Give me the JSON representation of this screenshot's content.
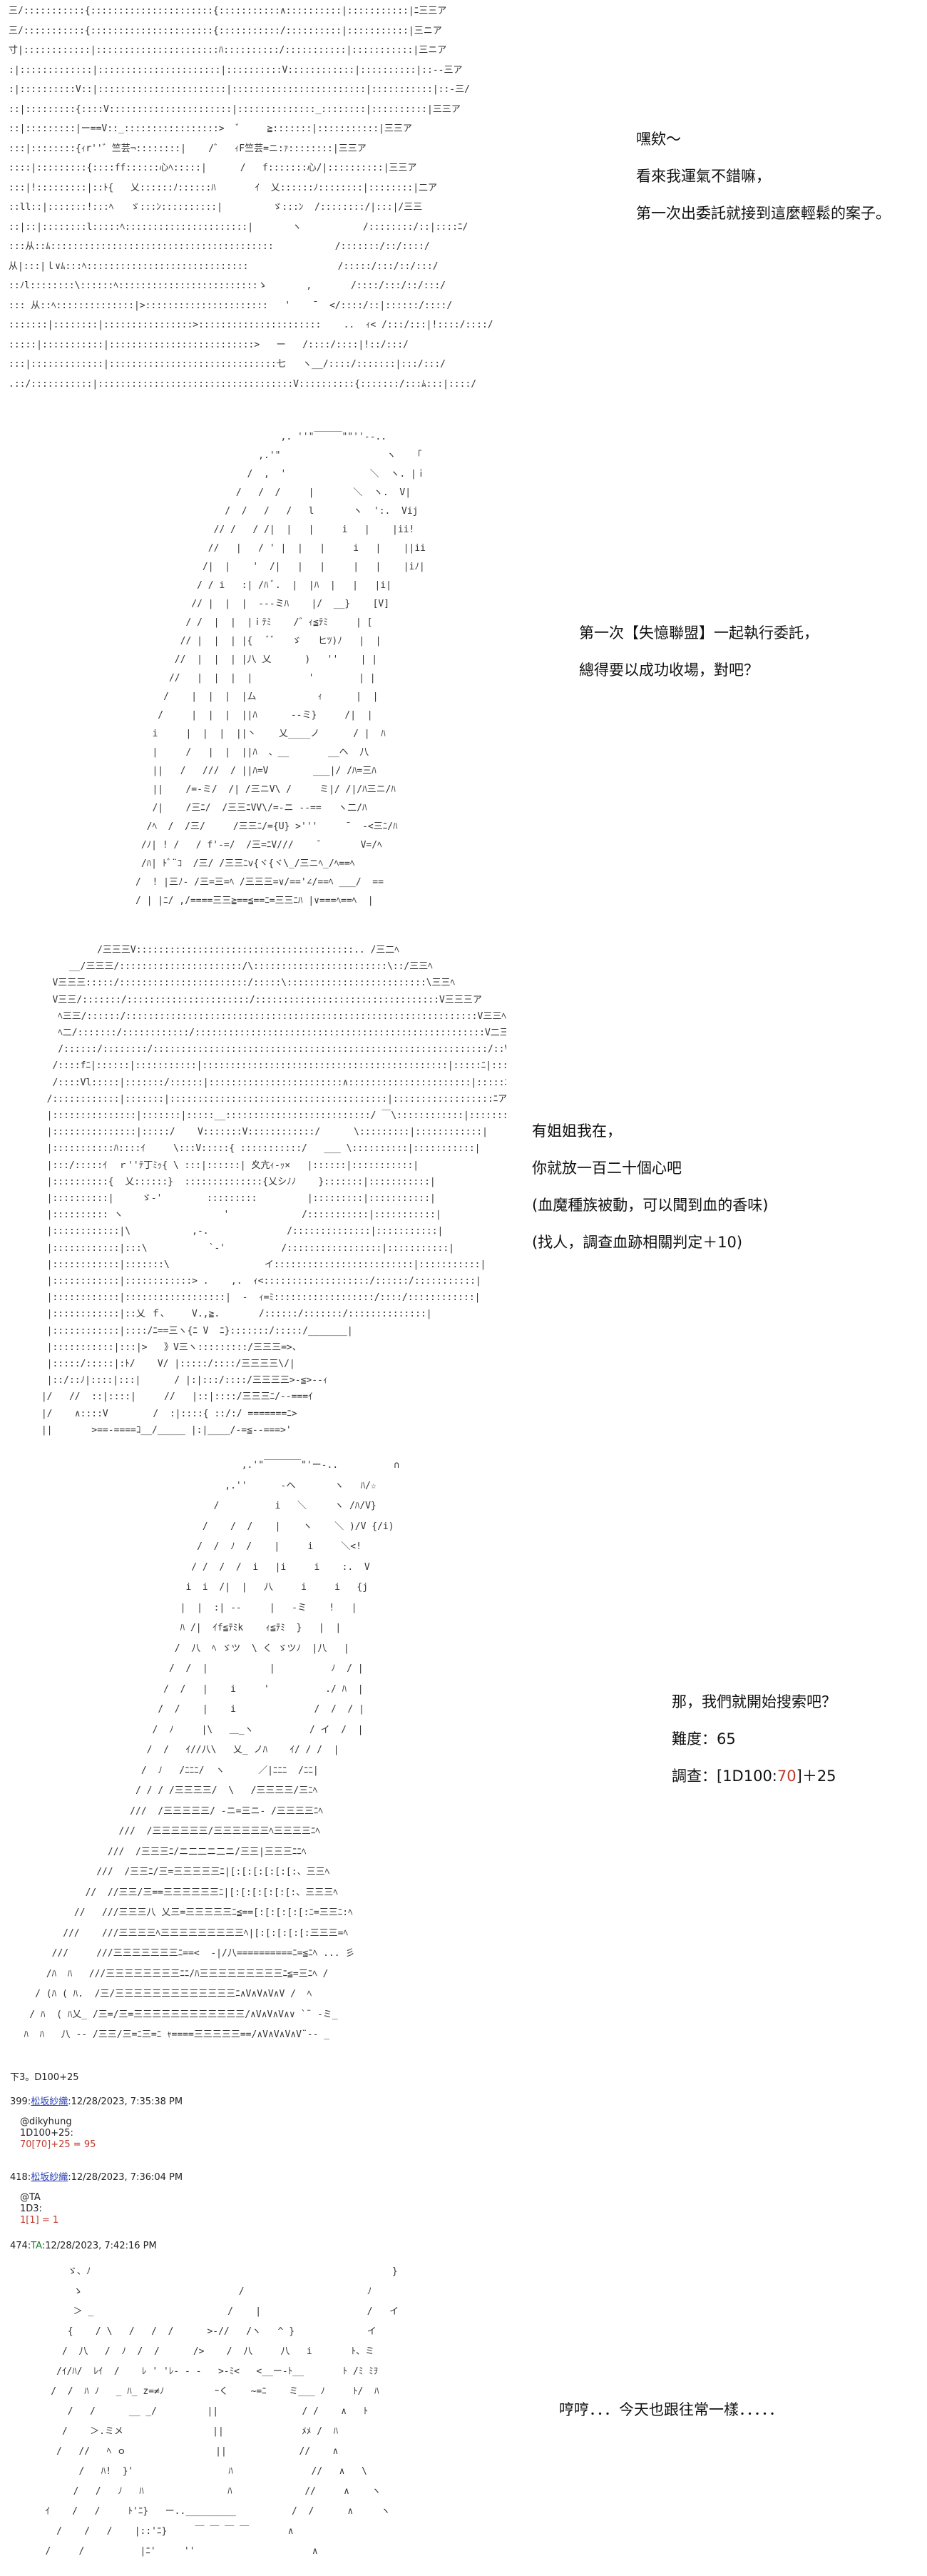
{
  "panels": [
    {
      "art": [
        "三/:::::::::::{::::::::::::::::::::::{:::::::::::∧::::::::::|:::::::::::|ﾆ三三ア",
        "三/:::::::::::{::::::::::::::::::::::{:::::::::::/::::::::::|:::::::::::|三ニア",
        "寸|::::::::::::|::::::::::::::::::::::ﾊ::::::::::/:::::::::::|:::::::::::|三ニア",
        ":|:::::::::::::|::::::::::::::::::::::|::::::::::V::::::::::::|::::::::::|::--三ア",
        ":|::::::::::V::|:::::::::::::::::::::::|::::::::::::::::::::::::|:::::::::::|::-三/",
        "::|:::::::::{::::V::::::::::::::::::::::|::::::::::::::_::::::::|::::::::::|三三ア",
        "::|:::::::::|ー==V::_:::::::::::::::::>  ゛    ≧:::::::|:::::::::::|三三ア",
        ":::|::::::::{ｨr''゛竺芸¬::::::::|    /゛  ｨF竺芸=ニ:ｧ::::::::|三三ア",
        "::::|:::::::::{::::ff::::::心ﾍ:::::|      /   f:::::::心/|::::::::::|三三ア",
        ":::|!:::::::::|::ﾄ{   乂::::::ﾉ::::::ﾊ       ｲ  乂::::::ﾉ::::::::|::::::::|二ア",
        "::ll::|:::::::!:::ﾍ   ゞ:::ﾝ::::::::::|         ゞ:::ﾝ  /::::::::/|:::|/三三",
        "::|::|::::::::l:::::ﾍ::::::::::::::::::::::|       ヽ           /::::::::/::|::::ﾆ/",
        ":::从::ﾑ::::::::::::::::::::::::::::::::::::::::           /:::::::/::/::::/",
        "从|:::|ｌ∨ﾑ:::ﾍ:::::::::::::::::::::::::::::                /:::::/:::/::/:::/",
        "::ﾉl::::::::\\::::::ﾍ:::::::::::::::::::::::::ゝ       ,       /::::/:::/::/:::/",
        "::: 从::ﾍ::::::::::::::|>::::::::::::::::::::::   '    ̄   </::::/::|::::::/::::/",
        ":::::::|::::::::|::::::::::::::::>::::::::::::::::::::::    ..  ｨ< /:::/:::|!::::/::::/",
        ":::::|:::::::::::|::::::::::::::::::::::::::>   ー   /::::/::::|!::/:::/",
        ":::|:::::::::::::|::::::::::::::::::::::::::::::七   ヽ__/::::/:::::::|:::/:::/",
        ".::/:::::::::::|:::::::::::::::::::::::::::::::::::V::::::::::{:::::::/:::ﾑ:::|::::/"
      ],
      "lines": [
        "嘿欸～",
        "看來我運氣不錯嘛，",
        "第一次出委託就接到這麼輕鬆的案子。"
      ]
    },
    {
      "art": [
        "                          ,. ''\"￣￣￣\"\"''‐-..",
        "                      ,.'\"                   ヽ   「",
        "                    /  ,  '               ＼  ヽ. |ｉ",
        "                  /   /  /     |       ＼  ヽ.  V|",
        "                /  /   /   /   l       ヽ  ':.  Vij",
        "              // /   / /|  |   |     i   |    |ii!",
        "             //   |   / ' |  |   |     i   |    ||ii",
        "            /|  |    '  /|   |   |     |   |    |iﾉ|",
        "           / / i   :| /ﾊ ﾞ.  |  |ﾊ  |   |   |i|",
        "          // |  |  |  ‐--ミﾊ    |/  __}    [V]",
        "         / /  |  |  |ｉﾃﾐ    /゛ｨ≦ﾃﾐ     | [",
        "        // |  |  | |{   ﾞﾞ   ゞ   ヒﾂ)ﾉ   |  |",
        "       //  |  |  | |八 乂      )   ''    | |",
        "      //   |  |  |  |          '        | |",
        "     /    |  |  |  |ム           ｨ      |  |",
        "    /     |  |  |  ||ﾊ      --ミ}     /|  |",
        "   i     |  |  |  ||丶    乂____ノ      / |  ﾊ",
        "   |     /   |  |  ||ﾊ  、__       __ヘ  八",
        "   ||   /   ///  / ||ﾊ=V        ___|/ /ﾊ=三ﾊ",
        "   ||    /=-ミ/  /| /三ニV\\ /     ミ|/ /|/ﾊ三ニ/ﾊ",
        "   /|    /三ﾆ/  /三三ﾆVV\\/=-ニ ‐-==   ヽ二/ﾊ",
        "  /ﾍ  /  /三/     /三三ﾆ/={U} >'''     ̄   ‐<三ﾆ/ﾊ",
        " /ﾉ| ! /   / f'‐=/  /三=ﾆV///    ̄        V=/ﾍ",
        " /ﾊ| ﾄﾞ¨ｺ  /三/ /三三ﾆv{ヾ{ヾ\\_/三ニﾍ_/ﾍ==ﾍ",
        "/  ! |三ﾉ‐ /三=三=ﾍ /三三三=∨/=='∠/==ﾍ ___/  ==",
        "/ | |ﾆ/ ,/====三三≧==≦==ﾆ=三三ﾆﾊ |∨===ﾍ==ﾍ  |"
      ],
      "lines": [
        "第一次【失憶聯盟】一起執行委託，",
        "總得要以成功收場，對吧？"
      ]
    },
    {
      "art": [
        "           /三三三V:::::::::::::::::::::::::::::::::::::::.. /三二ﾍ",
        "      __/三三三/::::::::::::::::::::::/\\::::::::::::::::::::::::\\::/三三ﾍ",
        "   V三三三:::::/:::::::::::::::::::::::/:::::\\:::::::::::::::::::::::::\\三三ﾍ",
        "   V三三/:::::::/::::::::::::::::::::::/:::::::::::::::::::::::::::::::::V三三三ア",
        "    ﾍ三三/::::::/:::::::::::::::::::::::::::::::::::::::::::::::::::::::::::::::V三三ﾍ",
        "    ﾍ二/:::::::/::::::::::::/::::::::::::::::::::::::::::::::::::::::::::::::::::V二三/",
        "    /::::::/::::::::/::::::::::::::::::::::::::::::::::::::::::::::::::::::::::::/::V三ﾍ",
        "   /::::fﾆ|::::::|:::::::::::|::::::::::::::::::::::::::::::::::::::::::::|:::::ﾆ|:::::ﾍ",
        "   /::::Vl:::::|:::::::/::::::|::::::::::::::::::::::::∧::::::::::::::::::::::|:::::ﾆ|:::::|",
        "  /::::::::::::|:::::::|:::::::::::::::::::::::::::::::::::::::|::::::::::::::::::ﾆア:::|",
        "  |:::::::::::::::|:::::::|:::::__::::::::::::::::::::::::::/ ￣\\::::::::::::|::::::::::::|",
        "  |:::::::::::::::|:::::/    V:::::::V::::::::::::/      \\:::::::::|::::::::::::|",
        "  |:::::::::::ﾊ::::ｲ     \\:::V:::::{ :::::::::::/   ___ \\::::::::::|:::::::::::|",
        "  |:::/:::::ｲ  ｒ''ﾃ丁ﾐｯ{ \\ :::|::::::| 夊亢ｨ‐ｯ×   |::::::|:::::::::::|",
        "  |::::::::::{  乂::::::}  ::::::::::::::{乂シﾉﾉ    }:::::::|:::::::::::|",
        "  |::::::::::|     ゞ-'        :::::::::         |:::::::::|:::::::::::|",
        "  |:::::::::: ヽ                  '             /:::::::::::|:::::::::::|",
        "  |::::::::::::|\\           ,-.              /::::::::::::::|:::::::::::|",
        "  |::::::::::::|:::\\           `-'          /:::::::::::::::::|:::::::::::|",
        "  |::::::::::::|:::::::\\                 イ:::::::::::::::::::::::::|:::::::::::|",
        "  |::::::::::::|::::::::::::> .    ,.  ｨ<:::::::::::::::::::/::::::/:::::::::::|",
        "  |::::::::::::|::::::::::::::::::|  ‐  ｨ=ﾐ::::::::::::::::::/::::/::::::::::::|",
        "  |::::::::::::|::乂 ｆ、    V.,≧.       /::::::/:::::::/::::::::::::::|",
        "  |::::::::::::|::::/ﾆ==三ヽ{ﾆ V  ﾆ}:::::::/:::::/_______|",
        "  |:::::::::::|:::|>   》V三ヽ:::::::::/三三三=>、",
        "  |:::::/:::::|:ﾄ/    V/ |:::::/::::/三三三三\\/|",
        "  |::/::ﾉ|::::|:::|      / |:|:::/::::/三三三三>-≦>-‐ｨ",
        " |/   //  ::|::::|     //   |::|::::/三三三ﾆ/‐-===ｲ",
        " |/    ∧::::V        /  :|::::{ ::/:/ =======ﾆ>",
        " ||       >==-====ｺ__/_____ |:|____/-=≦--===>'"
      ],
      "lines": [
        "有姐姐我在，",
        "你就放一百二十個心吧",
        "(血魔種族被動，可以聞到血的香味)",
        "(找人，調查血跡相關判定＋10)"
      ]
    },
    {
      "art": [
        "                                          ,.'\"￣￣￣￣\"'ー-..          ∩",
        "                                       ,.''      ‐ヘ       ヽ   ﾊ/☆",
        "                                     /          i   ＼     ヽ /ﾊ/V}",
        "                                   /    /  /    |    ヽ    ＼ )/V {/i)",
        "                                  /  /  ﾉ  /    |     i     ＼<!",
        "                                 / /  /  /  i   |i     i    :.  V",
        "                                i  i  /|  |   八     i     i   {j",
        "                               |  |  :| ‐-     |   ‐ミ    !   |",
        "                               ﾊ /|  ｲf≦ﾃﾐk    ｨ≦ﾃﾐ  }   |  |",
        "                              /  八  ﾍ ゞツ  \\ く ゞツﾉ  |八   |",
        "                             /  /  |           |          ﾉ  / |",
        "                            /  /   |    i     '          ./ ﾊ  |",
        "                           /  /    |    i              /  /  / |",
        "                          /  ﾉ     |\\   ＿_ヽ          / イ  /  |",
        "                         /  /   ｲ//八\\   乂_ ノﾊ    ｲ/ / /  |",
        "                        /  ﾉ   /ﾆﾆﾆ/  ヽ      ／|ﾆﾆﾆ  /ﾆﾆ|",
        "                       / / / /三三三三/  \\   /三三三三/三ﾆﾍ",
        "                      ///  /三三三三三/ ‐ニ=三ニ‐ /三三三三ﾆﾍ",
        "                    ///  /三三三三三三/三三三三三三ﾍ三三三三ﾆﾍ",
        "                  ///  /三三三ﾆ/ニ二二ニ二ニ/三三|三三三ﾆﾆﾍ",
        "                ///  /三三ﾆ/三=三三三三三ﾆ|[:[:[:[:[:[:、三三ﾍ",
        "              //  //三三/三==三三三三三三ﾆ|[:[:[:[:[:[:、三三三ﾍ",
        "            //   ///三三三八 乂三=三三三三三ﾆ≦==[:[:[:[:[:ﾆ=三三ﾆ:ﾍ",
        "          ///    ///三三三三ﾍ三三三三三三三三三ﾍ|[:[:[:[:[:三三三=ﾍ",
        "        ///     ///三三三三三三三ﾆ==<  ‐|/八==========ﾆ=≦ﾆﾍ ... 彡",
        "       /ﾊ  ﾊ   ///三三三三三三三三ﾆﾆ/ﾊ三三三三三三三三三ﾆ≦=三ﾆﾍ /",
        "     / (ﾊ ( ﾊ.  /三/三三三三三三三三三三三三三ﾆ∧V∧V∧V∧V /  ﾍ",
        "    / ﾊ  ( ﾊ乂_ /三=/三=三三三三三三三三三三三三/∧V∧V∧V∧∨ `¨ ‐ミ_",
        "   ﾊ  ﾊ   八 ‐‐ /三三/三=ﾆ三=ﾆ ｬ====三三三三三==/∧V∧V∧V∧V¨‐- _"
      ],
      "lines_plain": [
        "那，我們就開始搜索吧？",
        "難度：65"
      ],
      "roll_prefix": "調查：[1D100:",
      "roll_value": "70",
      "roll_suffix": "]＋25"
    }
  ],
  "roll_bar": "下3。D100+25",
  "posts": [
    {
      "num": "399:",
      "name": "松坂紗織",
      "linked": true,
      "date": "12/28/2023, 7:35:38 PM",
      "body": [
        "@dikyhung",
        "1D100+25:"
      ],
      "result_open": "70[",
      "result_val": "70",
      "result_close": "]+25 = 95"
    },
    {
      "num": "418:",
      "name": "松坂紗織",
      "linked": true,
      "date": "12/28/2023, 7:36:04 PM",
      "body": [
        "@TA",
        "1D3:"
      ],
      "result_open": "1[",
      "result_val": "1",
      "result_close": "] = 1"
    },
    {
      "num": "474:",
      "name": "TA",
      "linked": false,
      "date": "12/28/2023, 7:42:16 PM",
      "body": [],
      "result_open": "",
      "result_val": "",
      "result_close": ""
    }
  ],
  "final_panel": {
    "art": [
      "       ゞ、ﾉ                                                      }",
      "        ゝ                            /                      ﾉ",
      "        ＞ _                        /    |                   /   イ",
      "       {    / \\   /   /  /      >‐//   /ヽ   ^ }             イ",
      "      /  八   /  ﾉ  /  /      />    /  八     八   i       ﾄ、ミ",
      "     /ｲ/ﾊ/  ﾚｲ  /    ﾚ ' 'ﾚ‐ ‐ -   >‐ﾐ<   <__ー‐ﾄ__       ﾄ /ﾐ ﾐｦ",
      "    /  /  ﾊ ﾉ   _ ﾊ_ z=≠ﾉ         ｰく    ~=ﾆ    ミ___ ﾉ     ﾄ/  ﾊ",
      "       /   /      __ _/         ||               / /    ∧   ﾄ",
      "      /    ＞.ミメ                ||              ﾒﾒ /  ﾊ",
      "     /   //   ﾍ ｏ                ||             //    ∧",
      "         /   ﾊ!  }'                 ﾊ              //   ∧   \\",
      "        /   /   ﾉ   ﾊ               ﾊ             //     ∧    ヽ",
      "   ｲ    /   /     ﾄ'ﾆ}   ー.._________          /  /      ∧     ヽ",
      "     /    /   /    |::'ﾆ}     ￣ ￣ ￣ ￣       ∧",
      "   /     /          |ﾆ'     ''                     ∧"
    ],
    "line": "哼哼．．．今天也跟往常一樣．．．．．"
  }
}
